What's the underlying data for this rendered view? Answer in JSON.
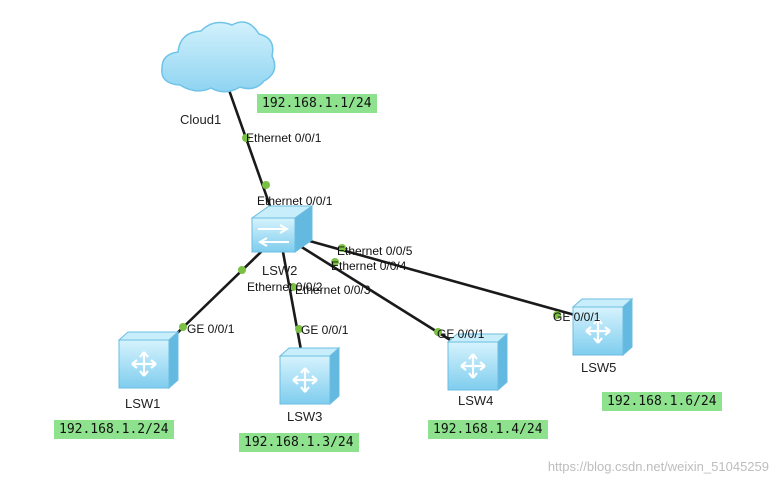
{
  "devices": {
    "cloud1": "Cloud1",
    "lsw1": "LSW1",
    "lsw2": "LSW2",
    "lsw3": "LSW3",
    "lsw4": "LSW4",
    "lsw5": "LSW5"
  },
  "ports": {
    "cloud1": "Ethernet 0/0/1",
    "lsw2_up": "Ethernet 0/0/1",
    "lsw2_e2": "Ethernet 0/0/2",
    "lsw2_e3": "Ethernet 0/0/3",
    "lsw2_e4": "Ethernet 0/0/4",
    "lsw2_e5": "Ethernet 0/0/5",
    "lsw1": "GE 0/0/1",
    "lsw3": "GE 0/0/1",
    "lsw4": "GE 0/0/1",
    "lsw5": "GE 0/0/1"
  },
  "ips": {
    "cloud1": "192.168.1.1/24",
    "lsw1": "192.168.1.2/24",
    "lsw3": "192.168.1.3/24",
    "lsw4": "192.168.1.4/24",
    "lsw5": "192.168.1.6/24"
  },
  "watermark": "https://blog.csdn.net/weixin_51045259",
  "colors": {
    "link": "#1a1a1a",
    "port_dot": "#7ac143",
    "ip_tag": "#8ee28e",
    "cloud": "#aee3f7",
    "switch": "#9ddcf5"
  }
}
